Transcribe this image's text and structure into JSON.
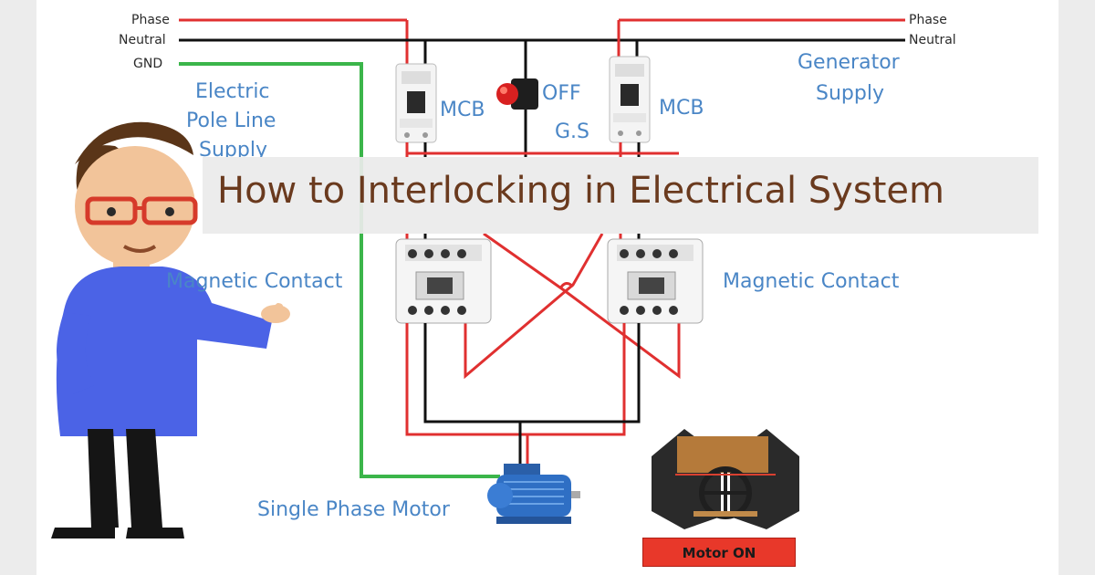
{
  "labels": {
    "phase_left": "Phase",
    "neutral_left": "Neutral",
    "gnd": "GND",
    "phase_right": "Phase",
    "neutral_right": "Neutral",
    "electric_pole_line": "Electric",
    "pole_line": "Pole Line",
    "supply_left": "Supply",
    "generator": "Generator",
    "supply_right": "Supply",
    "mcb_left": "MCB",
    "mcb_right": "MCB",
    "off": "OFF",
    "gs": "G.S",
    "magnetic_contact_left": "Magnetic Contact",
    "magnetic_contact_right": "Magnetic Contact",
    "single_phase_motor": "Single Phase Motor",
    "motor_on": "Motor ON"
  },
  "title": "How to Interlocking in Electrical System",
  "colors": {
    "phase_wire": "#e03030",
    "neutral_wire": "#111111",
    "ground_wire": "#3bb54a",
    "label_blue": "#4a86c6",
    "title_brown": "#6a3a1e",
    "motor_on_bg": "#e8382a"
  }
}
